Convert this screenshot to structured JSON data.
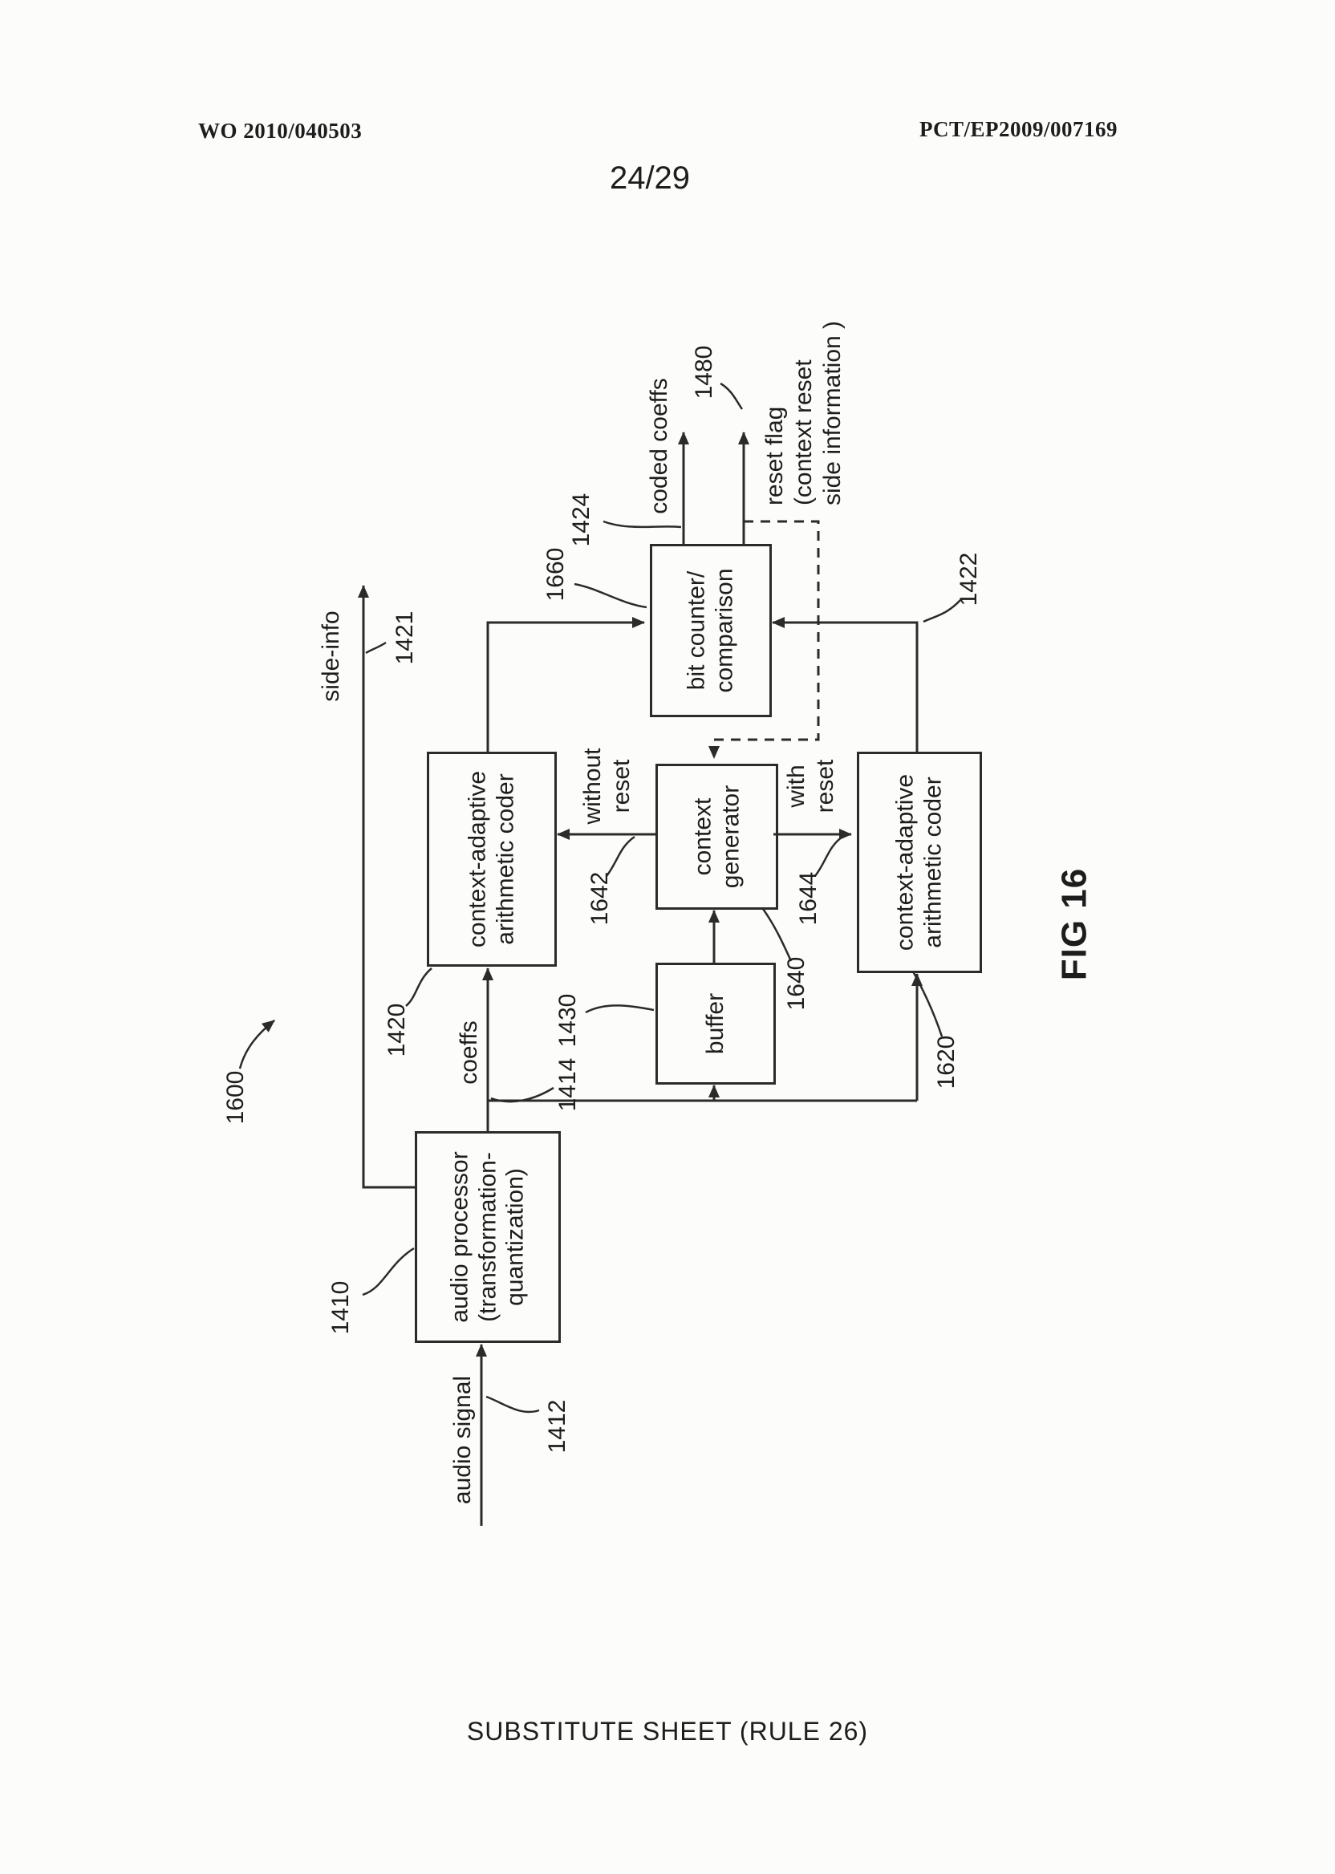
{
  "header": {
    "doc_number": "WO 2010/040503",
    "pct_number": "PCT/EP2009/007169",
    "sheet_number": "24/29"
  },
  "footer": {
    "text": "SUBSTITUTE SHEET (RULE 26)"
  },
  "figure": {
    "caption": "FIG 16",
    "boxes": {
      "audio_processor": "audio processor\n(transformation-\nquantization)",
      "coder_without_reset": "context-adaptive\narithmetic coder",
      "coder_with_reset": "context-adaptive\narithmetic coder",
      "context_generator": "context\ngenerator",
      "buffer": "buffer",
      "bit_counter": "bit counter/\ncomparison"
    },
    "labels": {
      "audio_signal": "audio signal",
      "coeffs": "coeffs",
      "side_info": "side-info",
      "without_reset": "without\nreset",
      "with_reset": "with\nreset",
      "coded_coeffs": "coded coeffs",
      "reset_flag": "reset flag\n(context reset\nside information )"
    },
    "refs": {
      "1410": "1410",
      "1412": "1412",
      "1414": "1414",
      "1420": "1420",
      "1421": "1421",
      "1422": "1422",
      "1424": "1424",
      "1430": "1430",
      "1480": "1480",
      "1600": "1600",
      "1620": "1620",
      "1640": "1640",
      "1642": "1642",
      "1644": "1644",
      "1660": "1660"
    }
  }
}
